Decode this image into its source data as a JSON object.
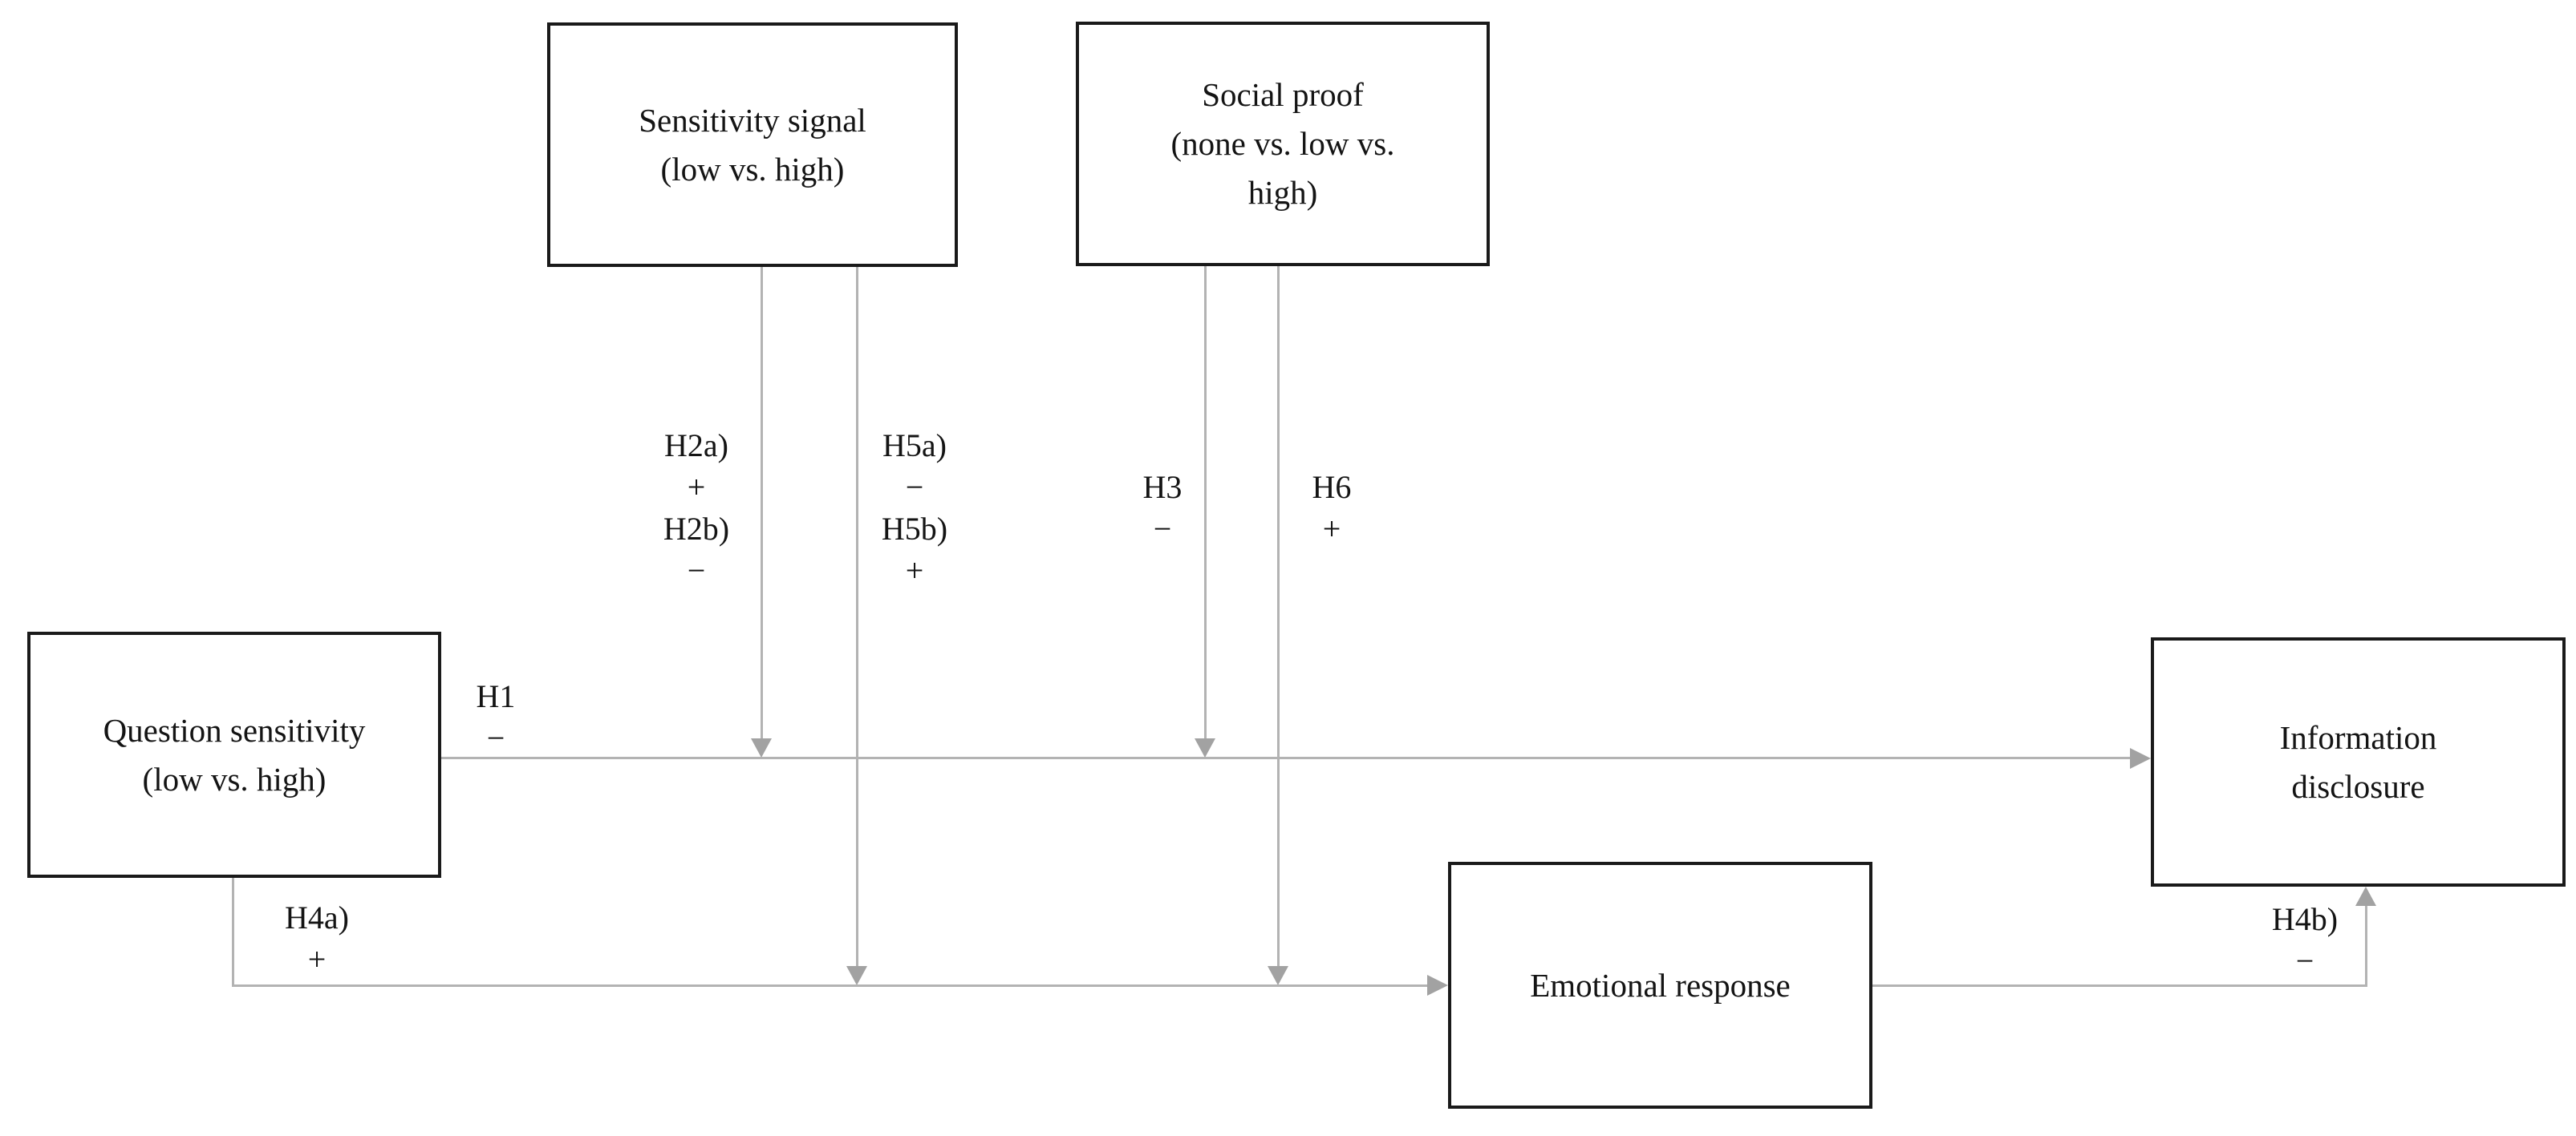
{
  "figure": {
    "boxes": {
      "sensitivity_signal": {
        "line1": "Sensitivity signal",
        "line2": "(low vs. high)"
      },
      "social_proof": {
        "line1": "Social proof",
        "line2": "(none vs. low vs.",
        "line3": "high)"
      },
      "question_sensitivity": {
        "line1": "Question sensitivity",
        "line2": "(low vs. high)"
      },
      "information_disclosure": {
        "line1": "Information",
        "line2": "disclosure"
      },
      "emotional_response": {
        "line1": "Emotional response"
      }
    },
    "hypothesis_labels": {
      "h1": {
        "id": "H1",
        "sign": "−"
      },
      "h2": {
        "id_a": "H2a)",
        "sign_a": "+",
        "id_b": "H2b)",
        "sign_b": "−"
      },
      "h5": {
        "id_a": "H5a)",
        "sign_a": "−",
        "id_b": "H5b)",
        "sign_b": "+"
      },
      "h3": {
        "id": "H3",
        "sign": "−"
      },
      "h6": {
        "id": "H6",
        "sign": "+"
      },
      "h4a": {
        "id": "H4a)",
        "sign": "+"
      },
      "h4b": {
        "id": "H4b)",
        "sign": "−"
      }
    },
    "colors": {
      "line": "#b3b3b3",
      "arrowhead": "#a2a2a2",
      "box_border": "#1a1a1a",
      "text": "#141414",
      "background": "#ffffff"
    }
  }
}
